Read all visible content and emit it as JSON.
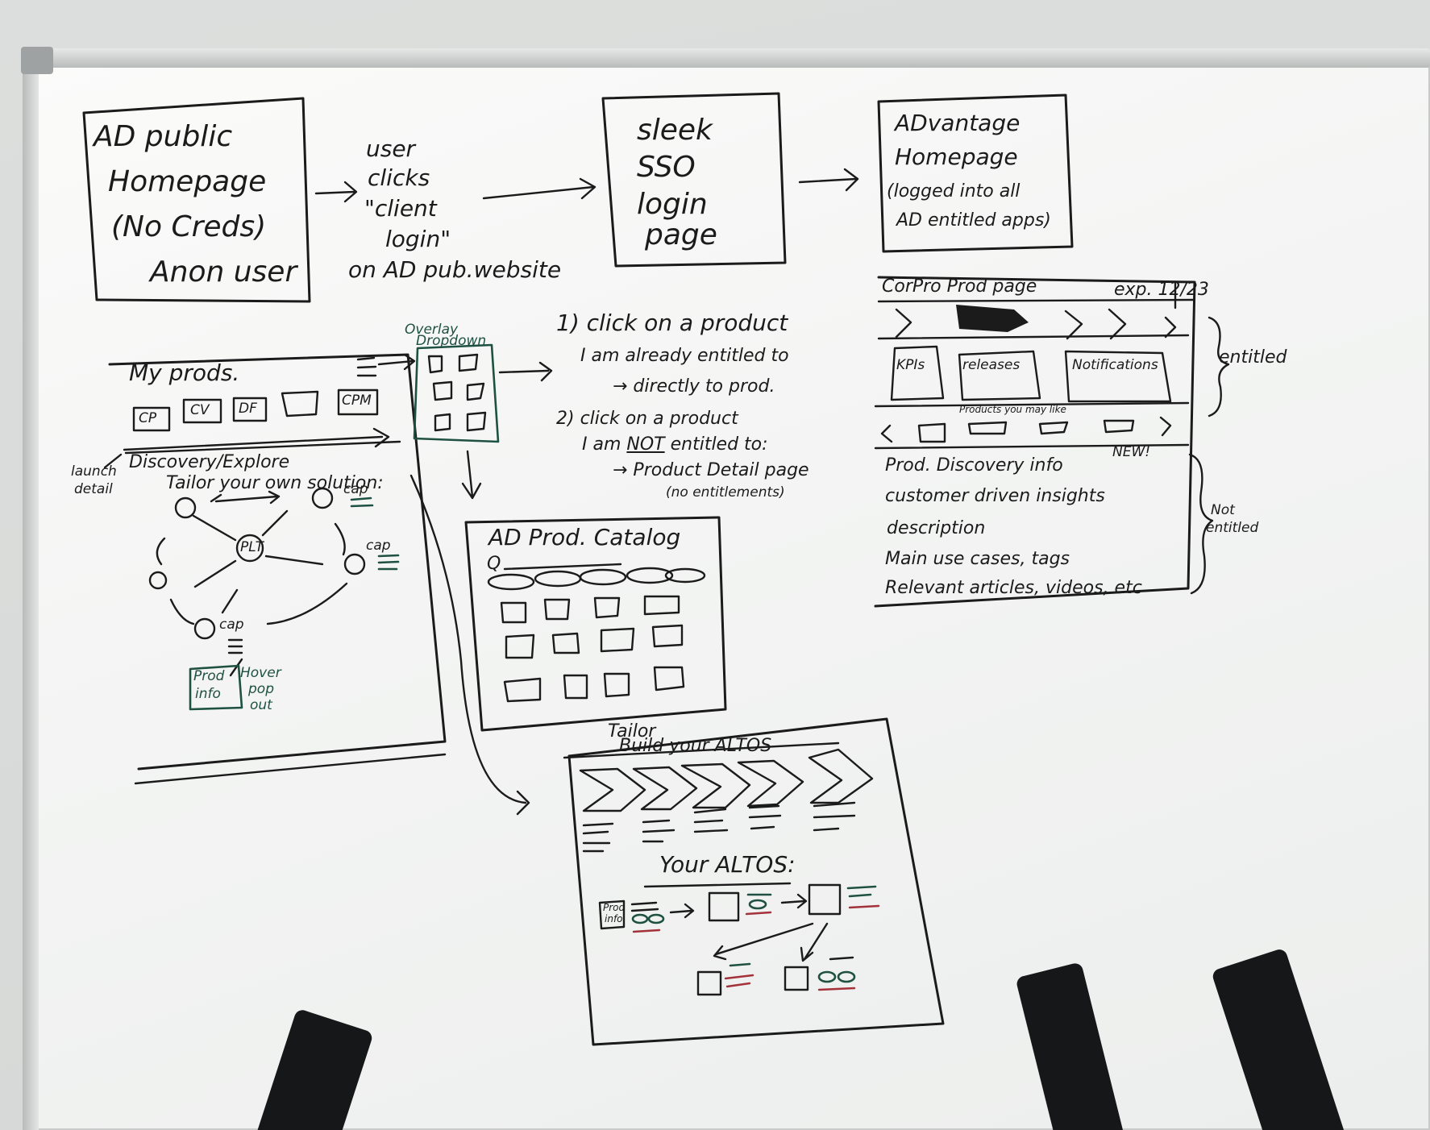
{
  "colors": {
    "board": "#f6f7f6",
    "black_ink": "#1b1b1b",
    "green_ink": "#1f5143",
    "red_ink": "#a3323a"
  },
  "flow": {
    "public_home": [
      "AD public",
      "Homepage",
      "(No Creds)",
      "Anon user"
    ],
    "user_action": [
      "user",
      "clicks",
      "\"client",
      "login\"",
      "on AD pub.website"
    ],
    "sso": [
      "sleek",
      "SSO",
      "login",
      "page"
    ],
    "adv_home": [
      "ADvantage",
      "Homepage",
      "(logged into all",
      "AD entitled apps)"
    ]
  },
  "my_prods": {
    "title": "My prods.",
    "tiles": [
      "CP",
      "CV",
      "DF",
      "",
      "CPM"
    ],
    "launch_detail": [
      "launch",
      "detail"
    ],
    "discovery_title": "Discovery/Explore",
    "tailor_title": "Tailor your own solution:",
    "center_node": "PLT",
    "cap_labels": [
      "cap",
      "cap",
      "cap"
    ],
    "prod_info": [
      "Prod",
      "info"
    ],
    "hover": [
      "Hover",
      "pop",
      "out"
    ]
  },
  "overlay": {
    "title": [
      "Overlay",
      "Dropdown"
    ]
  },
  "click_notes": {
    "item1_line1": "1) click on a product",
    "item1_line2": "I am already entitled to",
    "item1_line3": "→ directly to prod.",
    "item2_line1": "2) click on a product",
    "item2_pre": "I am ",
    "item2_not": "NOT",
    "item2_post": " entitled to:",
    "item2_line3": "→ Product Detail page",
    "item2_line4": "(no entitlements)"
  },
  "catalog": {
    "title": "AD Prod. Catalog",
    "search": "Q"
  },
  "altos": {
    "tailor": "Tailor",
    "build": "Build your ALTOS",
    "your_altos": "Your ALTOS:",
    "prod_info": [
      "Prod",
      "info"
    ]
  },
  "prod_page": {
    "title": "CorPro Prod page",
    "exp": "exp. 12/23",
    "kpis": "KPIs",
    "releases": "releases",
    "notifications": "Notifications",
    "may_like": "Products you may like",
    "entitled": "entitled",
    "discovery_title": "Prod. Discovery info",
    "new_badge": "NEW!",
    "info_lines": [
      "customer driven insights",
      "description",
      "Main use cases, tags",
      "Relevant articles, videos, etc"
    ],
    "not_entitled": [
      "Not",
      "entitled"
    ]
  }
}
